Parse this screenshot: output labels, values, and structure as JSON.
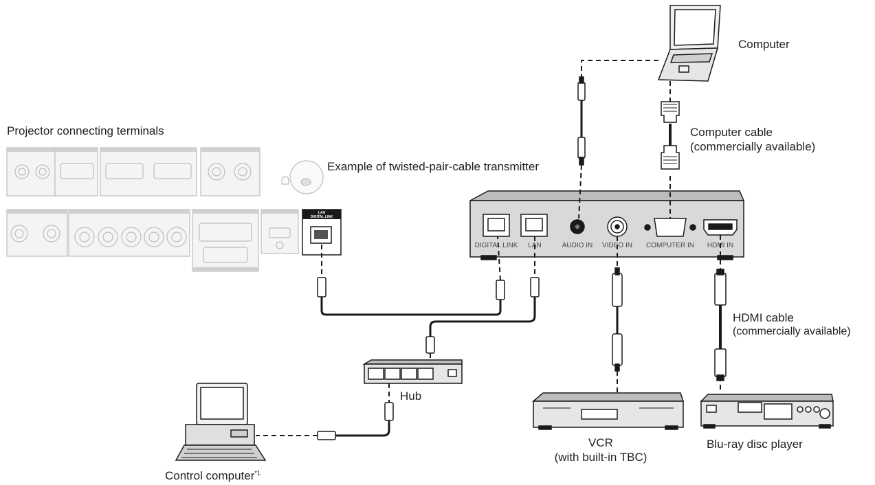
{
  "labels": {
    "projector_terminals": "Projector connecting terminals",
    "transmitter_example": "Example of twisted-pair-cable transmitter",
    "computer": "Computer",
    "computer_cable_line1": "Computer cable",
    "computer_cable_line2": "(commercially available)",
    "hdmi_cable_line1": "HDMI cable",
    "hdmi_cable_line2": "(commercially available)",
    "hub": "Hub",
    "vcr_line1": "VCR",
    "vcr_line2": "(with built-in TBC)",
    "bluray": "Blu-ray disc player",
    "control_computer": "Control computer",
    "control_computer_footnote": "*1"
  },
  "transmitter_ports": {
    "digital_link": "DIGITAL LINK",
    "lan": "LAN",
    "audio_in": "AUDIO IN",
    "video_in": "VIDEO IN",
    "computer_in": "COMPUTER IN",
    "hdmi_in": "HDMI IN"
  },
  "projector_panel_labels": {
    "lan_digital_link_line1": "LAN",
    "lan_digital_link_line2": "DIGITAL LINK"
  },
  "colors": {
    "line": "#1a1a1a",
    "device_fill": "#e6e6e6",
    "panel_fill": "#f2f2f2",
    "panel_stroke": "#bdbdbd",
    "header_bar": "#d0d0d0",
    "highlight_header": "#1a1a1a"
  }
}
